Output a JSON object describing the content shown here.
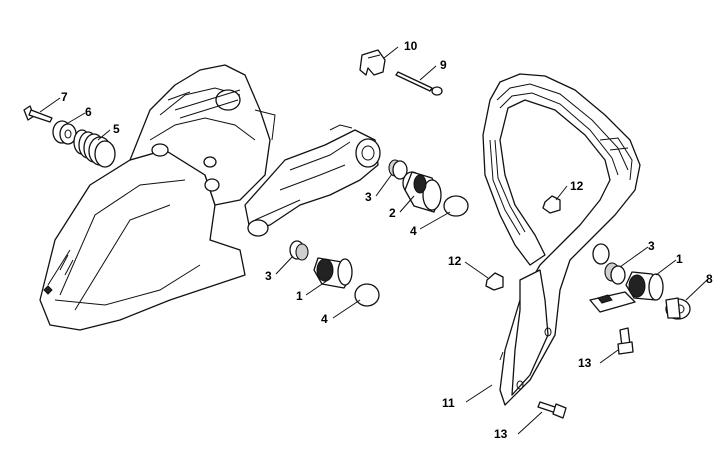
{
  "callouts": [
    {
      "id": "c1a",
      "text": "1"
    },
    {
      "id": "c1b",
      "text": "1"
    },
    {
      "id": "c2",
      "text": "2"
    },
    {
      "id": "c3a",
      "text": "3"
    },
    {
      "id": "c3b",
      "text": "3"
    },
    {
      "id": "c3c",
      "text": "3"
    },
    {
      "id": "c4a",
      "text": "4"
    },
    {
      "id": "c4b",
      "text": "4"
    },
    {
      "id": "c5",
      "text": "5"
    },
    {
      "id": "c6",
      "text": "6"
    },
    {
      "id": "c7",
      "text": "7"
    },
    {
      "id": "c8",
      "text": "8"
    },
    {
      "id": "c9",
      "text": "9"
    },
    {
      "id": "c10",
      "text": "10"
    },
    {
      "id": "c11",
      "text": "11"
    },
    {
      "id": "c12a",
      "text": "12"
    },
    {
      "id": "c12b",
      "text": "12"
    },
    {
      "id": "c13a",
      "text": "13"
    },
    {
      "id": "c13b",
      "text": "13"
    }
  ]
}
